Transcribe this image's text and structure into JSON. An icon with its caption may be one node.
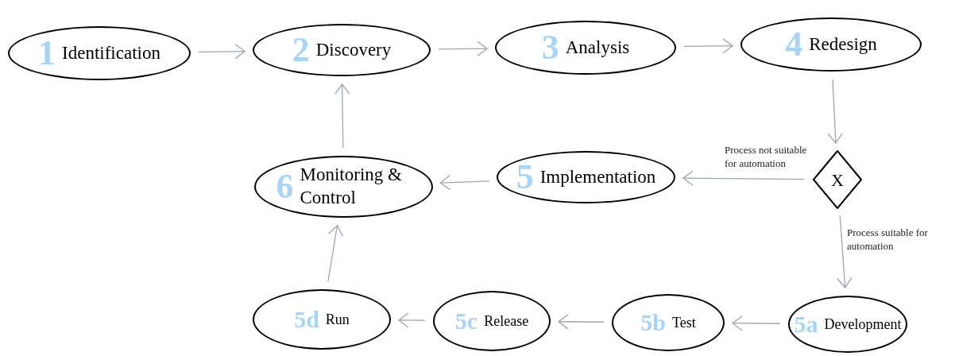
{
  "diagram": {
    "nodes": [
      {
        "text": [
          "1",
          "Identification"
        ]
      },
      {
        "text": [
          "2",
          "Discovery"
        ]
      },
      {
        "text": [
          "3",
          "Analysis"
        ]
      },
      {
        "text": [
          "4",
          "Redesign"
        ]
      },
      {
        "text": [
          "5",
          "Implementation"
        ]
      },
      {
        "text": [
          "6",
          "Monitoring & Control"
        ]
      },
      {
        "text": [
          "X"
        ]
      },
      {
        "text": [
          "5a",
          "Development"
        ]
      },
      {
        "text": [
          "5b",
          "Test"
        ]
      },
      {
        "text": [
          "5c",
          "Release"
        ]
      },
      {
        "text": [
          "5d",
          "Run"
        ]
      }
    ],
    "edges": [
      {
        "from": 0,
        "to": 1,
        "arrow": "to"
      },
      {
        "from": 1,
        "to": 2,
        "arrow": "to"
      },
      {
        "from": 2,
        "to": 3,
        "arrow": "to"
      },
      {
        "from": 3,
        "to": 6,
        "arrow": "to"
      },
      {
        "from": 6,
        "to": 4,
        "arrow": "to",
        "label": "Process not suitable for automation"
      },
      {
        "from": 4,
        "to": 5,
        "arrow": "to"
      },
      {
        "from": 5,
        "to": 1,
        "arrow": "to"
      },
      {
        "from": 6,
        "to": 7,
        "arrow": "to",
        "label": "Process suitable for automation"
      },
      {
        "from": 7,
        "to": 8,
        "arrow": "to"
      },
      {
        "from": 8,
        "to": 9,
        "arrow": "to"
      },
      {
        "from": 9,
        "to": 10,
        "arrow": "to"
      },
      {
        "from": 10,
        "to": 5,
        "arrow": "to"
      }
    ]
  }
}
